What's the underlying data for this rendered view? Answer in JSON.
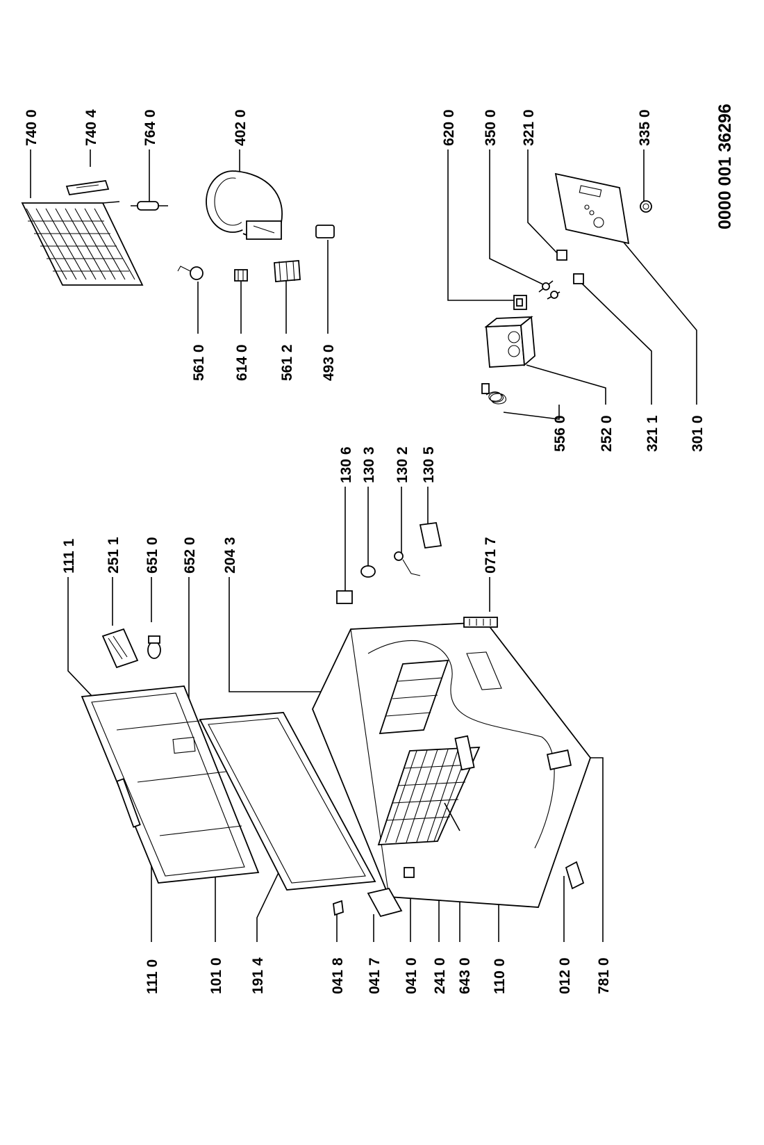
{
  "diagram": {
    "drawing_number": "0000 001 36296",
    "part_labels": {
      "p1111": "111 1",
      "p2511": "251 1",
      "p6510": "651 0",
      "p6520": "652 0",
      "p2043": "204 3",
      "p1306": "130 6",
      "p1303": "130 3",
      "p1302": "130 2",
      "p1305": "130 5",
      "p0717": "071 7",
      "p1110": "111 0",
      "p1010": "101 0",
      "p1914": "191 4",
      "p0418": "041 8",
      "p0417": "041 7",
      "p0410": "041 0",
      "p2410": "241 0",
      "p6430": "643 0",
      "p1100": "110 0",
      "p0120": "012 0",
      "p7810": "781 0",
      "p7400": "740 0",
      "p7404": "740 4",
      "p7640": "764 0",
      "p4020": "402 0",
      "p5610": "561 0",
      "p6140": "614 0",
      "p5612": "561 2",
      "p4930": "493 0",
      "p6200": "620 0",
      "p3500": "350 0",
      "p3210": "321 0",
      "p3350": "335 0",
      "p5560": "556 0",
      "p2520": "252 0",
      "p3211": "321 1",
      "p3010": "301 0"
    }
  }
}
